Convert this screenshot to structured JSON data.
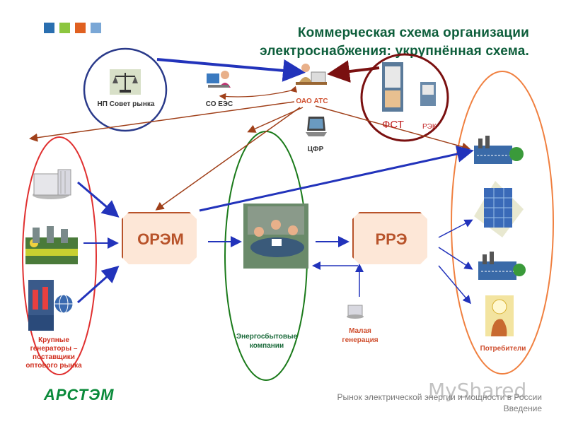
{
  "title": {
    "line1": "Коммерческая схема организации",
    "line2": "электроснабжения: укрупнённая схема."
  },
  "top": {
    "np_sovet": "НП Совет рынка",
    "so_ees": "СО ЕЭС",
    "oao_ats": "ОАО АТС",
    "fst": "ФСТ",
    "rek": "РЭК",
    "cfr": "ЦФР"
  },
  "boxes": {
    "orem": "ОРЭМ",
    "rre": "РРЭ"
  },
  "groups": {
    "generators": "Крупные генераторы – поставщики оптового рынка",
    "sales": "Энергосбытовые компании",
    "small_gen": "Малая генерация",
    "consumers": "Потребители"
  },
  "footer": {
    "line1": "Рынок электрической энергии и мощности в России",
    "line2": "Введение"
  },
  "logo": "АРСТЭМ",
  "watermark": "MyShared",
  "colors": {
    "title": "#0d5e3b",
    "accent_red": "#b8532a",
    "blue_arrow": "#2233bb",
    "dark_red": "#7a1010",
    "green_ellipse": "#1a7a1a",
    "red_ellipse": "#e03030",
    "orange_ellipse": "#f08040",
    "navy_circle": "#2a3a8a",
    "squares": [
      "#2a6fb0",
      "#8cc63f",
      "#e06020",
      "#7aa7d6"
    ]
  },
  "icons": [
    "scales-icon",
    "dispatcher-icon",
    "clerk-icon",
    "documents-icon",
    "laptop-icon",
    "power-plant-icon",
    "factory-icon",
    "office-building-icon",
    "meeting-icon",
    "small-generator-icon",
    "light-bulb-icon",
    "globe-icon"
  ]
}
